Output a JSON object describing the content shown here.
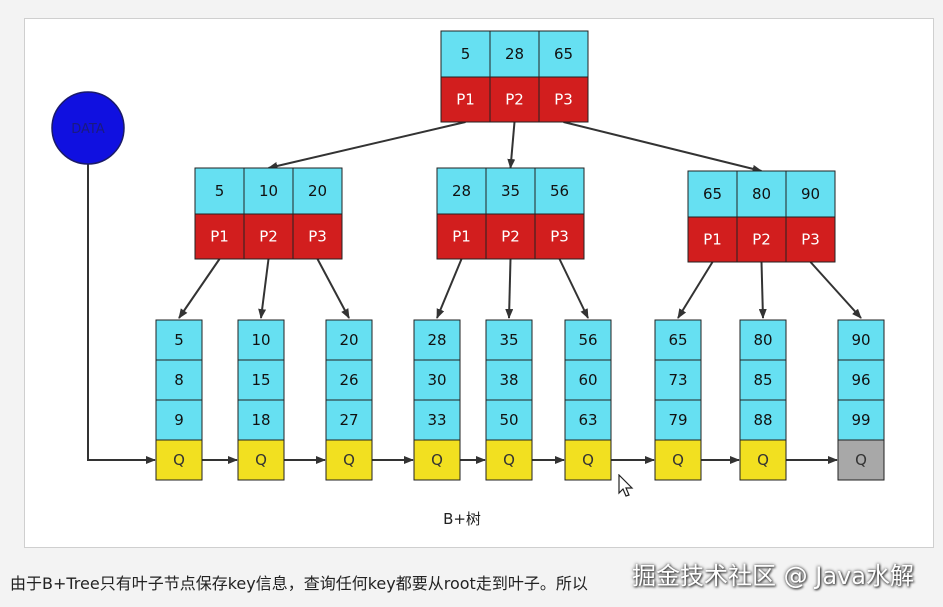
{
  "diagram_title": "B+树",
  "caption": "由于B+Tree只有叶子节点保存key信息，查询任何key都要从root走到叶子。所以",
  "watermark": "掘金技术社区 @ Java水解",
  "data_node": {
    "label": "DATA",
    "color": "#1010e0"
  },
  "colors": {
    "key_fill": "#66e0f2",
    "pointer_fill": "#d21e1e",
    "q_fill": "#f2e020",
    "q_last_fill": "#a8a8a8",
    "arrow": "#333333"
  },
  "root": {
    "keys": [
      "5",
      "28",
      "65"
    ],
    "pointers": [
      "P1",
      "P2",
      "P3"
    ]
  },
  "internal": [
    {
      "keys": [
        "5",
        "10",
        "20"
      ],
      "pointers": [
        "P1",
        "P2",
        "P3"
      ]
    },
    {
      "keys": [
        "28",
        "35",
        "56"
      ],
      "pointers": [
        "P1",
        "P2",
        "P3"
      ]
    },
    {
      "keys": [
        "65",
        "80",
        "90"
      ],
      "pointers": [
        "P1",
        "P2",
        "P3"
      ]
    }
  ],
  "leaves": [
    {
      "keys": [
        "5",
        "8",
        "9"
      ],
      "q": "Q"
    },
    {
      "keys": [
        "10",
        "15",
        "18"
      ],
      "q": "Q"
    },
    {
      "keys": [
        "20",
        "26",
        "27"
      ],
      "q": "Q"
    },
    {
      "keys": [
        "28",
        "30",
        "33"
      ],
      "q": "Q"
    },
    {
      "keys": [
        "35",
        "38",
        "50"
      ],
      "q": "Q"
    },
    {
      "keys": [
        "56",
        "60",
        "63"
      ],
      "q": "Q"
    },
    {
      "keys": [
        "65",
        "73",
        "79"
      ],
      "q": "Q"
    },
    {
      "keys": [
        "80",
        "85",
        "88"
      ],
      "q": "Q"
    },
    {
      "keys": [
        "90",
        "96",
        "99"
      ],
      "q": "Q"
    }
  ]
}
